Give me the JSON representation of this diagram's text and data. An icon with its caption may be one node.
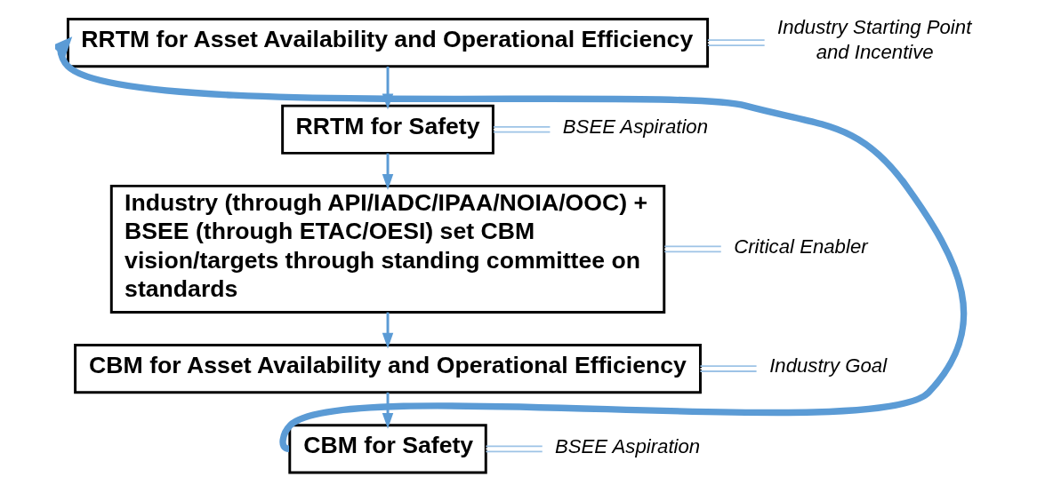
{
  "diagram": {
    "nodes": [
      {
        "text": [
          "RRTM for Asset Availability and Operational Efficiency"
        ]
      },
      {
        "text": [
          "RRTM for Safety"
        ]
      },
      {
        "text": [
          "Industry (through API/IADC/IPAA/NOIA/OOC) + BSEE (through ETAC/OESI) set CBM vision/targets through standing committee on standards"
        ]
      },
      {
        "text": [
          "CBM for Asset Availability and Operational Efficiency"
        ]
      },
      {
        "text": [
          "CBM for Safety"
        ]
      },
      {
        "text": [
          "Industry Starting Point and Incentive"
        ]
      },
      {
        "text": [
          "BSEE Aspiration"
        ]
      },
      {
        "text": [
          "Critical Enabler"
        ]
      },
      {
        "text": [
          "Industry Goal"
        ]
      },
      {
        "text": [
          "BSEE Aspiration"
        ]
      }
    ],
    "edges": [
      {
        "from": 0,
        "to": 1,
        "arrow": "to"
      },
      {
        "from": 1,
        "to": 2,
        "arrow": "to"
      },
      {
        "from": 2,
        "to": 3,
        "arrow": "to"
      },
      {
        "from": 3,
        "to": 4,
        "arrow": "to"
      },
      {
        "from": 4,
        "to": 0,
        "arrow": "to",
        "style": "thick"
      },
      {
        "from": 0,
        "to": 5,
        "arrow": "none",
        "color": "#9dc3e6"
      },
      {
        "from": 1,
        "to": 6,
        "arrow": "none",
        "color": "#9dc3e6"
      },
      {
        "from": 2,
        "to": 7,
        "arrow": "none",
        "color": "#9dc3e6"
      },
      {
        "from": 3,
        "to": 8,
        "arrow": "none",
        "color": "#9dc3e6"
      },
      {
        "from": 4,
        "to": 9,
        "arrow": "none",
        "color": "#9dc3e6"
      }
    ]
  }
}
